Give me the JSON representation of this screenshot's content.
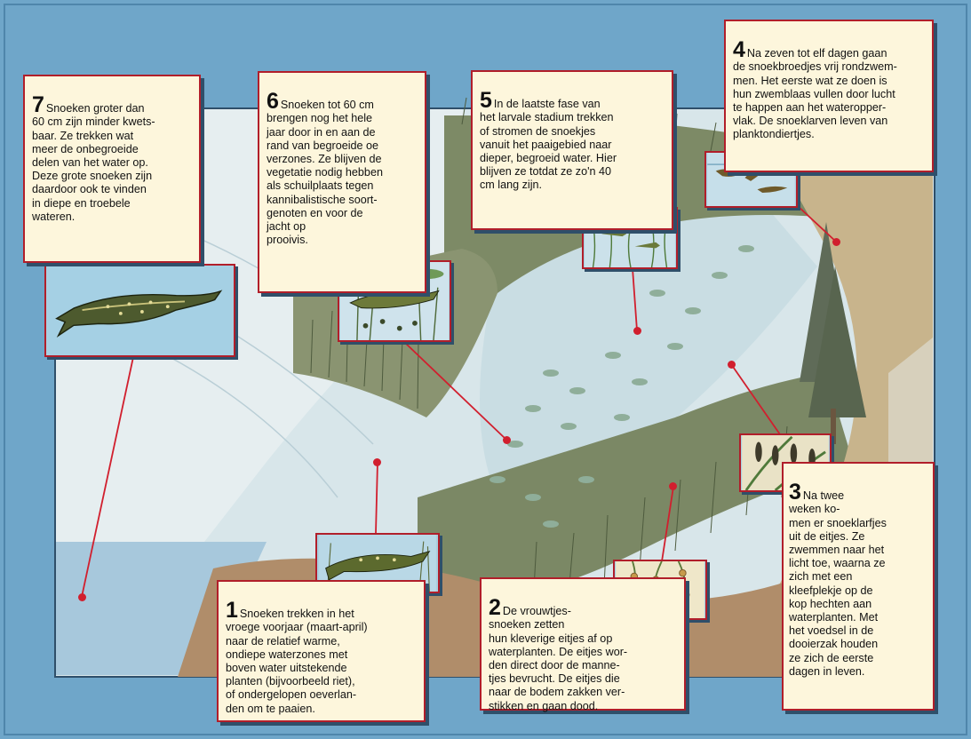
{
  "colors": {
    "background": "#6fa6c9",
    "box_fill": "#fdf6dc",
    "frame_red": "#b11e2a",
    "marker_red": "#d11f2e",
    "water": "#cde0e8",
    "reeds": "#6f7f5a",
    "bank": "#c4a982"
  },
  "steps": [
    {
      "num": "7",
      "text": "Snoeken groter dan\n60 cm zijn minder kwets-\nbaar. Ze trekken wat\nmeer de onbegroeide\ndelen van het water op.\nDeze grote snoeken zijn\ndaardoor ook te vinden\nin diepe en troebele\nwateren."
    },
    {
      "num": "6",
      "text": "Snoeken tot 60 cm\nbrengen nog het hele\njaar door in en aan de\nrand van begroeide oe\nverzones. Ze blijven de\nvegetatie nodig hebben\nals schuilplaats tegen\nkannibalistische soort-\ngenoten en voor de\njacht op\nprooivis."
    },
    {
      "num": "5",
      "text": "In de laatste fase van\nhet larvale stadium trekken\nof stromen de snoekjes\nvanuit het paaigebied naar\ndieper, begroeid water. Hier\nblijven ze totdat ze zo'n 40\ncm lang zijn."
    },
    {
      "num": "4",
      "text": "Na zeven tot elf dagen gaan\nde snoekbroedjes vrij rondzwem-\nmen. Het eerste wat ze doen is\nhun zwemblaas vullen door lucht\nte happen aan het wateropper-\nvlak. De snoeklarven leven van\nplanktondiertjes."
    },
    {
      "num": "3",
      "text": "Na twee\nweken ko-\nmen er snoeklarfjes\nuit de eitjes. Ze\nzwemmen naar het\nlicht toe, waarna ze\nzich met een\nkleefplekje op de\nkop hechten aan\nwaterplanten. Met\nhet voedsel in de\ndooierzak houden\nze zich de eerste\ndagen in leven."
    },
    {
      "num": "2",
      "text": "De vrouwtjes-\nsnoeken zetten\nhun kleverige eitjes af op\nwaterplanten. De eitjes wor-\nden direct door de manne-\ntjes bevrucht. De eitjes die\nnaar de bodem zakken ver-\nstikken en gaan dood."
    },
    {
      "num": "1",
      "text": "Snoeken trekken in het\nvroege voorjaar (maart-april)\nnaar de relatief warme,\nondiepe waterzones met\nboven water uitstekende\nplanten (bijvoorbeeld riet),\nof ondergelopen oeverlan-\nden om te paaien."
    }
  ]
}
